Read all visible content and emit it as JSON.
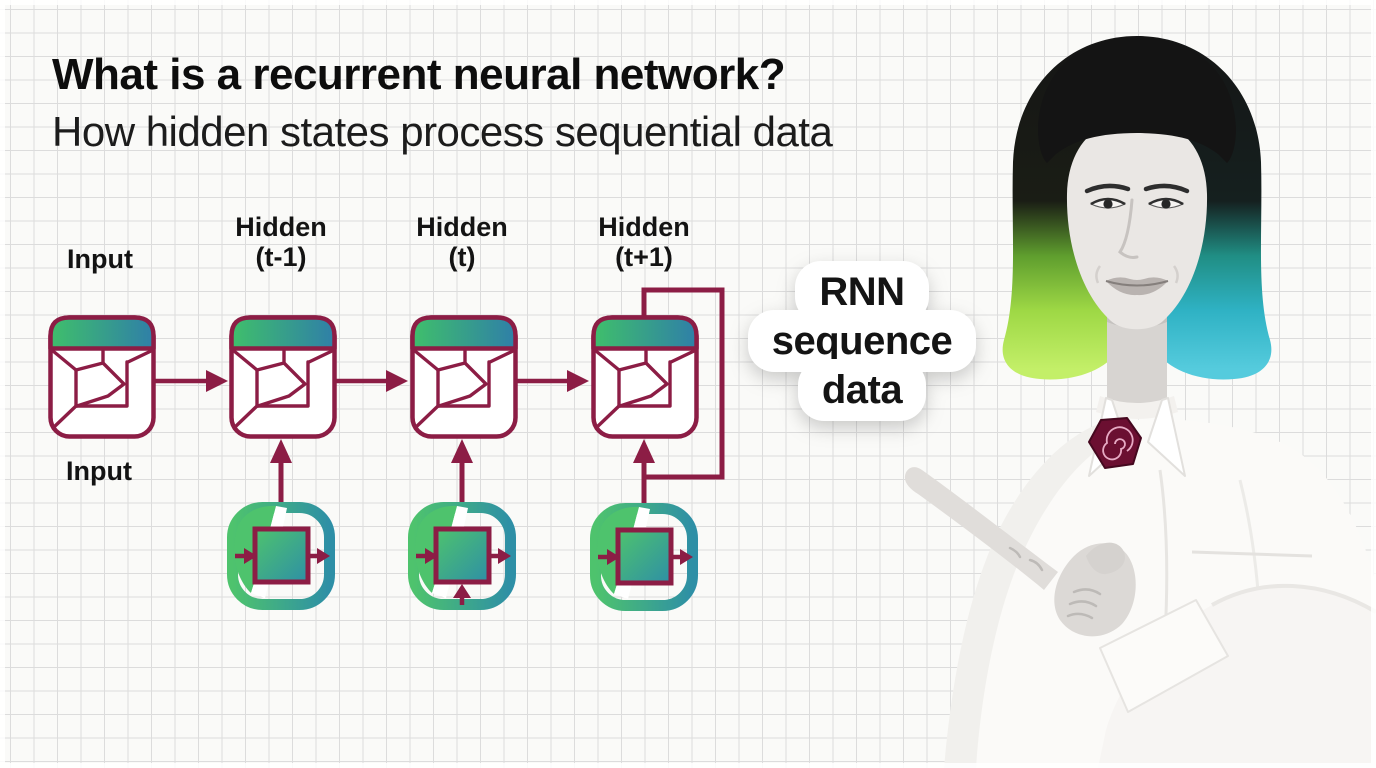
{
  "header": {
    "title": "What is a recurrent neural network?",
    "subtitle": "How hidden states process sequential data"
  },
  "diagram": {
    "nodes": [
      {
        "label": "Input",
        "time": ""
      },
      {
        "label": "Hidden",
        "time": "(t-1)"
      },
      {
        "label": "Hidden",
        "time": "(t)"
      },
      {
        "label": "Hidden",
        "time": "(t+1)"
      }
    ],
    "bottom_input_label": "Input",
    "flow": "left-to-right",
    "colors": {
      "line_maroon": "#8C1D45",
      "header_gradient_left": "#3FBF6B",
      "header_gradient_right": "#2F7FA8",
      "unit_gradient_left": "#4EC36D",
      "unit_gradient_right": "#2E8FA6"
    }
  },
  "sticker": {
    "lines": [
      "RNN",
      "sequence",
      "data"
    ],
    "text_color": "#141414",
    "bg_color": "#FFFFFF"
  },
  "presenter": {
    "hair_top_color": "#151515",
    "hair_left_tip_color": "#A8E34E",
    "hair_right_tip_color": "#35B7C8",
    "shirt_color": "#FBFAF8",
    "brooch_color": "#6B0F31"
  },
  "background": {
    "paper_color": "#FAFAF8",
    "grid_line_color": "#DCDCDC"
  }
}
